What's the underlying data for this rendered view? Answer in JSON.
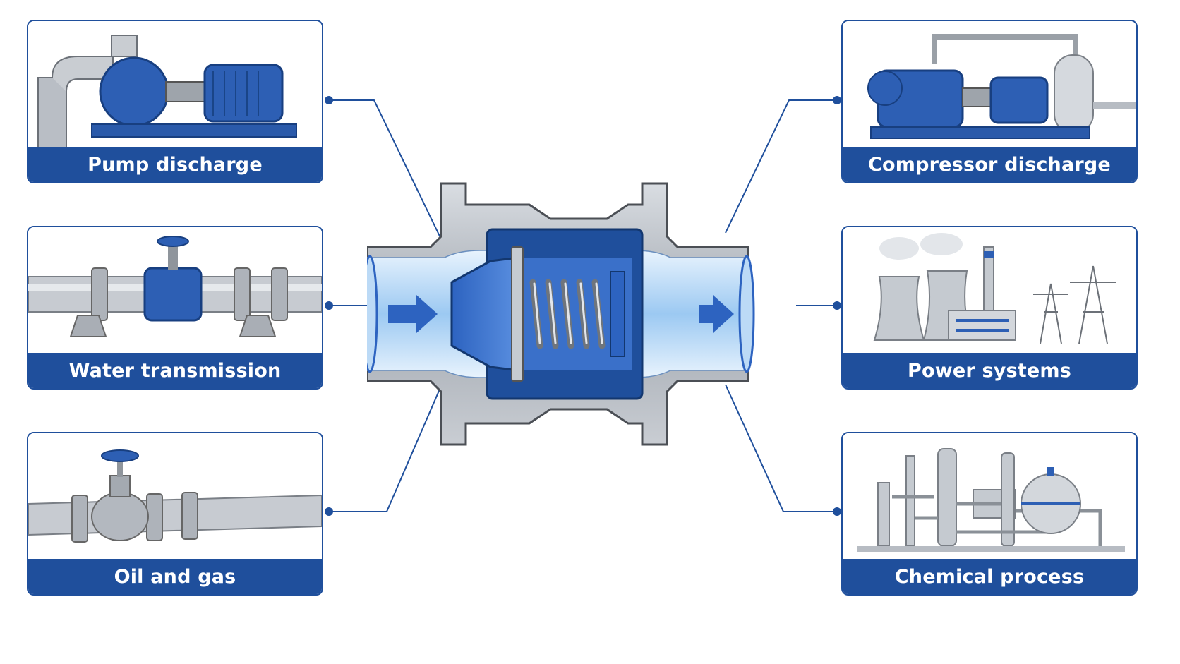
{
  "colors": {
    "brand_blue": "#1f4f9c",
    "steel_gray": "#a7adb5",
    "flow_blue": "#8fc4f2",
    "background": "#ffffff"
  },
  "center": {
    "illustration": "spring-loaded-check-valve-cutaway",
    "flow_arrows": 2
  },
  "applications": [
    {
      "label": "Pump discharge",
      "icon": "centrifugal-pump-icon"
    },
    {
      "label": "Water transmission",
      "icon": "pipeline-with-gate-valve-icon"
    },
    {
      "label": "Oil and gas",
      "icon": "pipeline-globe-valve-icon"
    },
    {
      "label": "Compressor discharge",
      "icon": "compressor-skid-icon"
    },
    {
      "label": "Power systems",
      "icon": "power-plant-icon"
    },
    {
      "label": "Chemical process",
      "icon": "chemical-plant-icon"
    }
  ]
}
